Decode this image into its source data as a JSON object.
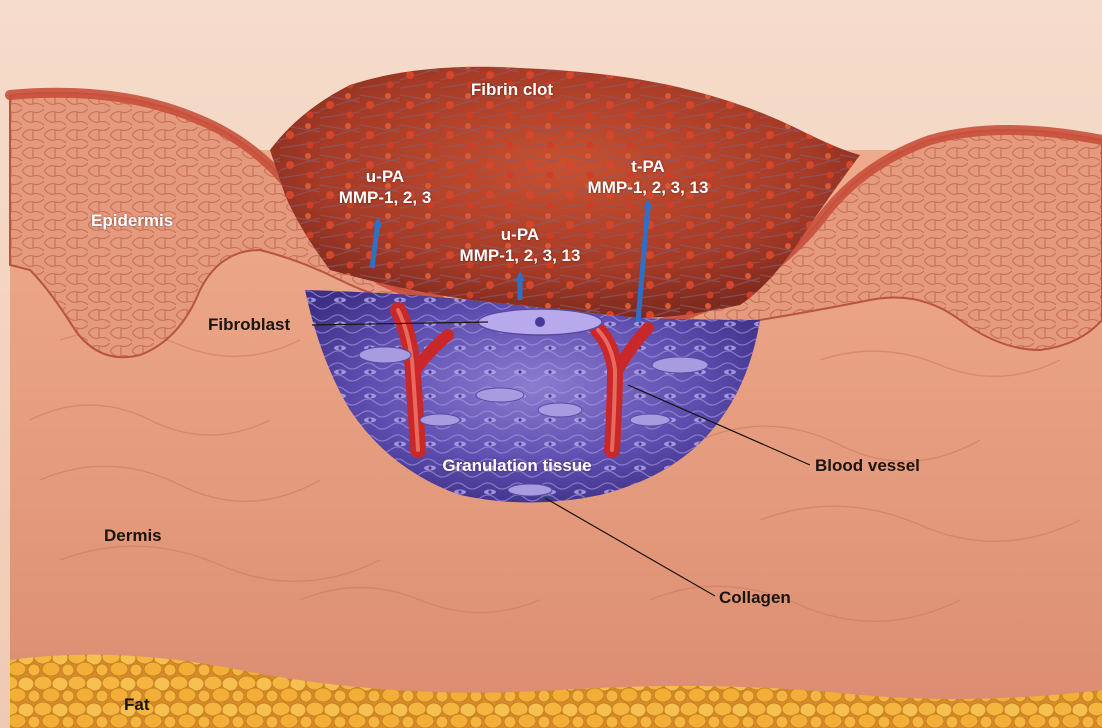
{
  "labels": {
    "fibrin_clot": "Fibrin clot",
    "upa_left": {
      "line1": "u-PA",
      "line2": "MMP-1, 2, 3"
    },
    "upa_center": {
      "line1": "u-PA",
      "line2": "MMP-1, 2, 3, 13"
    },
    "tpa": {
      "line1": "t-PA",
      "line2": "MMP-1, 2, 3, 13"
    },
    "epidermis": "Epidermis",
    "fibroblast": "Fibroblast",
    "granulation_tissue": "Granulation tissue",
    "blood_vessel": "Blood vessel",
    "dermis": "Dermis",
    "collagen": "Collagen",
    "fat": "Fat"
  },
  "colors": {
    "background_sky": "#f2d2bf",
    "dermis": "#e8a184",
    "epidermis": "#d9745a",
    "stratum_corneum": "#c8503c",
    "fibrin_clot": "#b7462f",
    "granulation_tissue": "#5a4aa3",
    "blood_vessel": "#c8282a",
    "arrow": "#2f6fc4",
    "fat": "#f2b23a"
  }
}
